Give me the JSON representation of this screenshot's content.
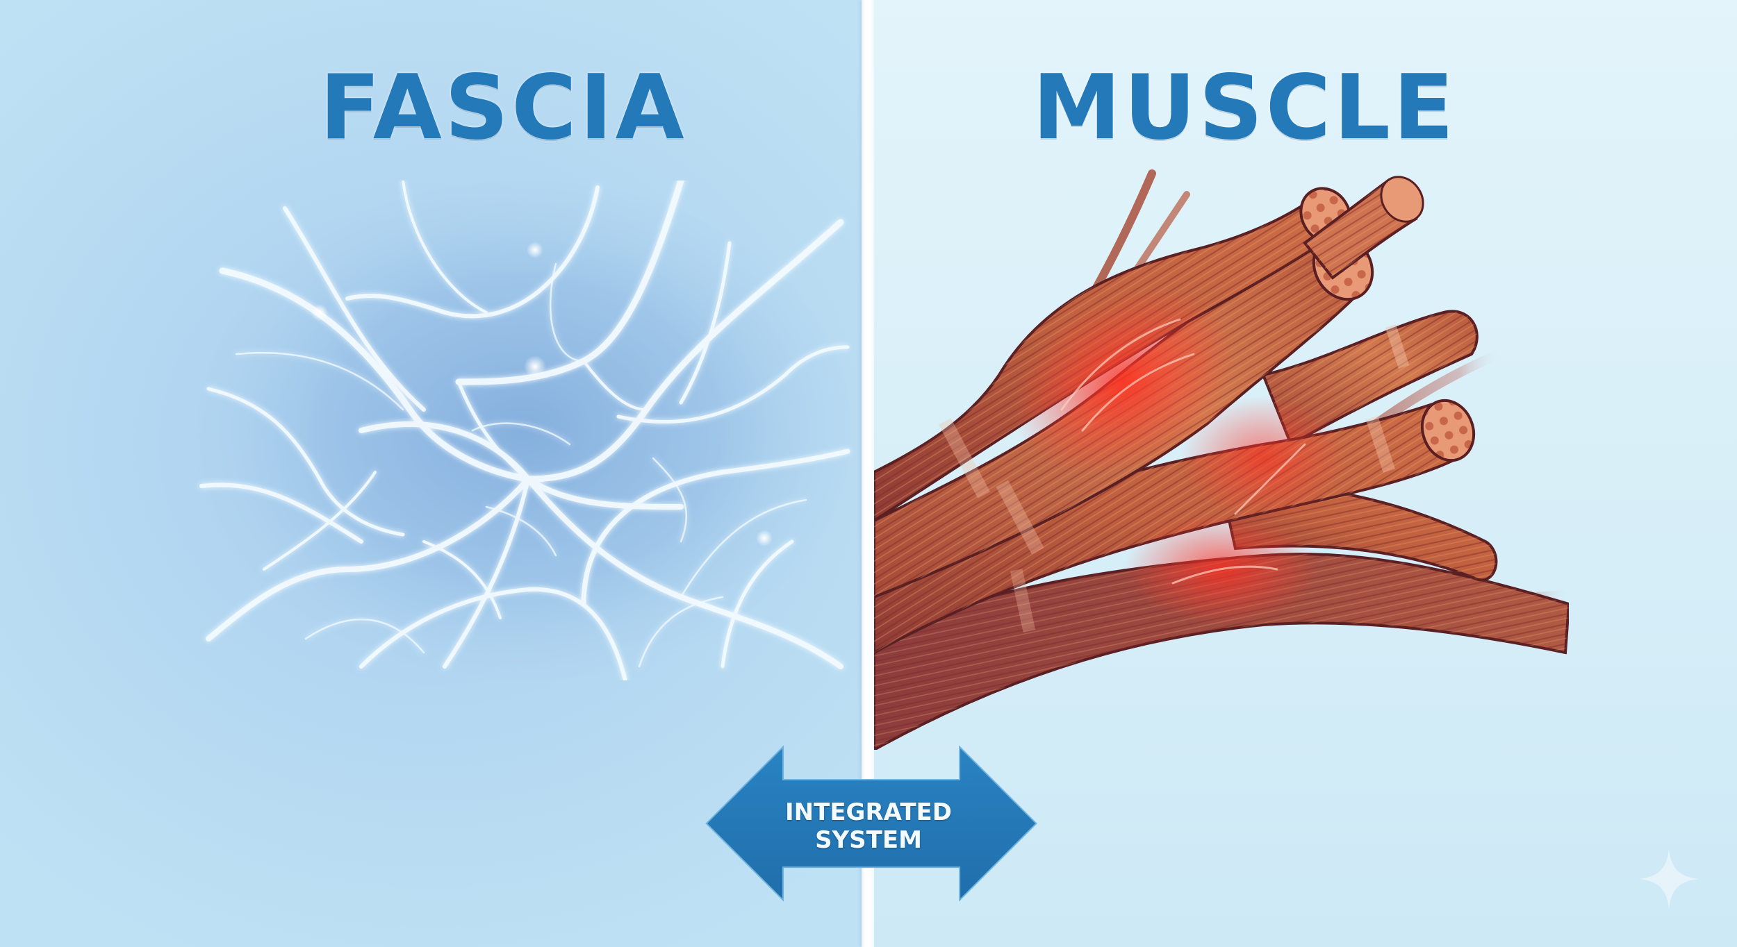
{
  "left_panel": {
    "title": "FASCIA",
    "illustration": "fascia-network",
    "background_color": "#b3d7f1"
  },
  "right_panel": {
    "title": "MUSCLE",
    "illustration": "muscle-fiber-bundle",
    "background_color": "#d8eff8"
  },
  "connector": {
    "label_line1": "INTEGRATED",
    "label_line2": "SYSTEM",
    "icon": "double-arrow-icon",
    "color": "#2479b9"
  },
  "watermark": {
    "icon": "sparkle-icon"
  },
  "colors": {
    "title": "#2479b9",
    "muscle_base": "#b4553a",
    "muscle_highlight": "#ff3b2f",
    "fascia_strand": "#ffffff"
  }
}
